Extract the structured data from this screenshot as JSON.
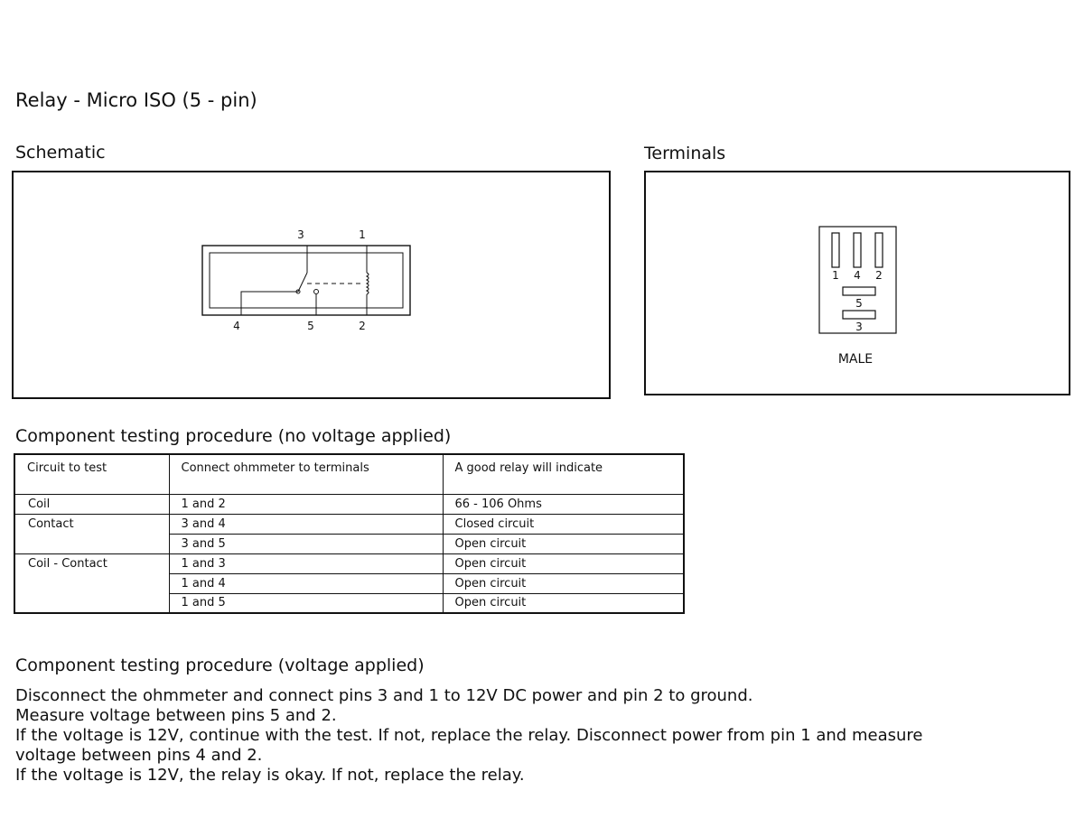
{
  "title": "Relay - Micro ISO (5 - pin)",
  "schematic": {
    "heading": "Schematic",
    "pins": {
      "p3": "3",
      "p1": "1",
      "p4": "4",
      "p5": "5",
      "p2": "2"
    }
  },
  "terminals": {
    "heading": "Terminals",
    "pins": {
      "p1": "1",
      "p4": "4",
      "p2": "2",
      "p5": "5",
      "p3": "3"
    },
    "gender": "MALE"
  },
  "testing_no_voltage": {
    "heading": "Component testing procedure (no voltage applied)",
    "columns": [
      "Circuit to test",
      "Connect ohmmeter to terminals",
      "A good relay will indicate"
    ],
    "rows": [
      {
        "circuit": "Coil",
        "terminals": "1 and 2",
        "result": "66 - 106 Ohms"
      },
      {
        "circuit": "Contact",
        "terminals": "3 and 4",
        "result": "Closed circuit"
      },
      {
        "circuit": "",
        "terminals": "3 and 5",
        "result": "Open circuit"
      },
      {
        "circuit": "Coil - Contact",
        "terminals": "1 and 3",
        "result": "Open circuit"
      },
      {
        "circuit": "",
        "terminals": "1 and 4",
        "result": "Open circuit"
      },
      {
        "circuit": "",
        "terminals": "1 and 5",
        "result": "Open circuit"
      }
    ]
  },
  "testing_voltage": {
    "heading": "Component testing procedure (voltage applied)",
    "lines": [
      "Disconnect the ohmmeter and connect pins 3 and 1 to 12V DC power and pin 2 to ground.",
      "Measure voltage between pins 5 and 2.",
      "If the voltage is 12V, continue with the test. If not, replace the relay. Disconnect power from pin 1 and measure voltage between pins 4 and 2.",
      "If the voltage is 12V, the relay is okay. If not, replace the relay."
    ]
  }
}
